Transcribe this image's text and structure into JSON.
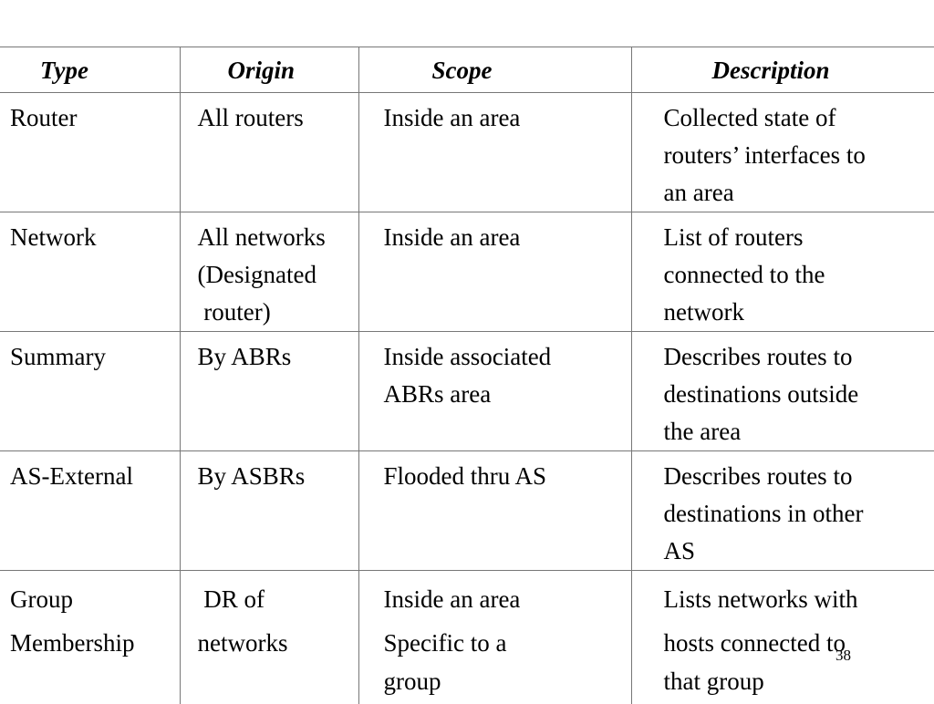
{
  "table": {
    "headers": {
      "type": "Type",
      "origin": "Origin",
      "scope": "Scope",
      "description": "Description"
    },
    "rows": [
      {
        "type": [
          "Router"
        ],
        "origin": [
          "All routers"
        ],
        "scope": [
          "Inside an area"
        ],
        "description": [
          "Collected state of",
          "routers’ interfaces to",
          "an area"
        ]
      },
      {
        "type": [
          "Network"
        ],
        "origin": [
          "All networks",
          "(Designated",
          " router)"
        ],
        "scope": [
          "Inside an area"
        ],
        "description": [
          "List of routers",
          "connected to the",
          "network"
        ]
      },
      {
        "type": [
          "Summary"
        ],
        "origin": [
          "By ABRs"
        ],
        "scope": [
          "Inside associated",
          "ABRs area"
        ],
        "description": [
          "Describes routes to",
          "destinations outside",
          "the area"
        ]
      },
      {
        "type": [
          "AS-External"
        ],
        "origin": [
          "By ASBRs"
        ],
        "scope": [
          "Flooded thru AS"
        ],
        "description": [
          "Describes routes to",
          "destinations in other",
          "AS"
        ]
      },
      {
        "type": [
          "Group",
          "Membership"
        ],
        "origin": [
          " DR of",
          "networks"
        ],
        "scope": [
          "Inside an area",
          "Specific to a",
          "group"
        ],
        "description": [
          "Lists networks with",
          "hosts connected to",
          "that group"
        ]
      }
    ]
  },
  "slide_number": "38"
}
